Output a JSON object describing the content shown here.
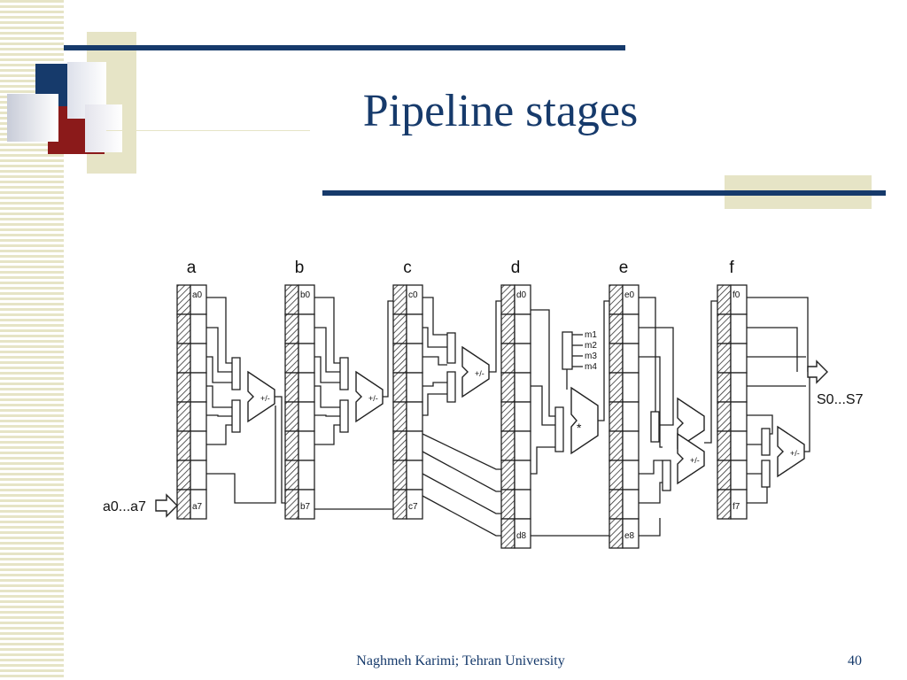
{
  "slide": {
    "title": "Pipeline stages",
    "footer": "Naghmeh Karimi; Tehran University",
    "page_number": "40"
  },
  "colors": {
    "navy": "#163a6b",
    "dark_red": "#8b1a1a",
    "khaki": "#e6e4c6",
    "line": "#222222"
  },
  "diagram": {
    "stages": [
      {
        "name": "a",
        "first": "a0",
        "last": "a7"
      },
      {
        "name": "b",
        "first": "b0",
        "last": "b7"
      },
      {
        "name": "c",
        "first": "c0",
        "last": "c7"
      },
      {
        "name": "d",
        "first": "d0",
        "last": "d8"
      },
      {
        "name": "e",
        "first": "e0",
        "last": "e8"
      },
      {
        "name": "f",
        "first": "f0",
        "last": "f7"
      }
    ],
    "constants": [
      "m1",
      "m2",
      "m3",
      "m4"
    ],
    "alu_label": "+/-",
    "mult_label": "*",
    "input_label": "a0...a7",
    "output_label": "S0...S7"
  }
}
